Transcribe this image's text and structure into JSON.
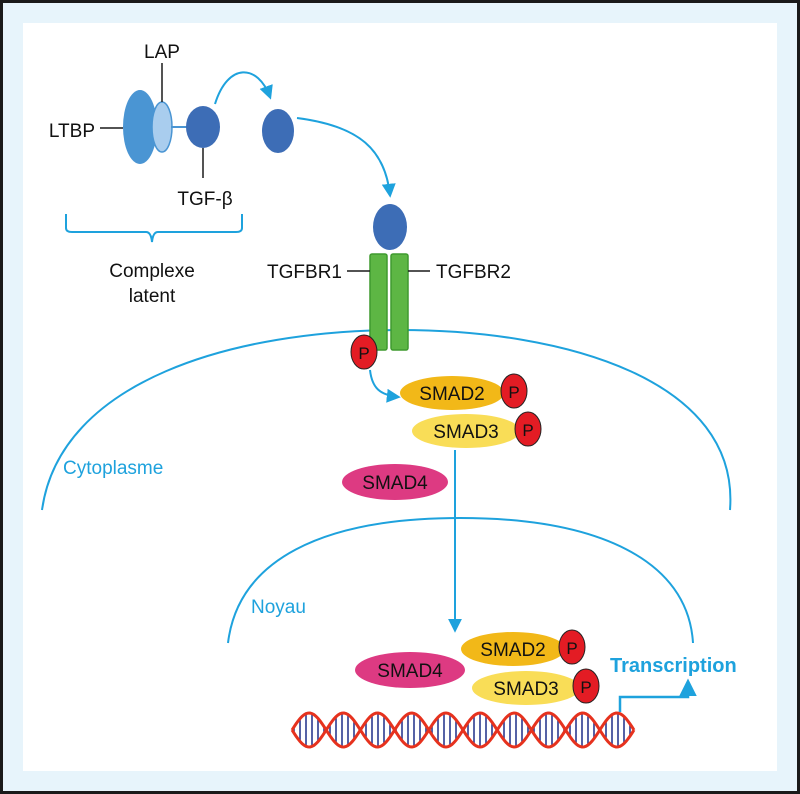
{
  "colors": {
    "frame_fill": "#e7f4fb",
    "frame_stroke": "#1a1a1a",
    "accent_blue": "#1ea2dd",
    "ltbp": "#4a95d3",
    "lap": "#a9cdee",
    "tgfb": "#3d6db6",
    "receptor": "#5db644",
    "receptor_stroke": "#3f9a2e",
    "phospho": "#e31c24",
    "smad2": "#f2b818",
    "smad3": "#f9dd57",
    "smad4": "#dd3a82",
    "dna_strand": "#e6321e",
    "dna_rung": "#2b3b8f"
  },
  "labels": {
    "ltbp": "LTBP",
    "lap": "LAP",
    "tgfb": "TGF-β",
    "complex_line1": "Complexe",
    "complex_line2": "latent",
    "tgfbr1": "TGFBR1",
    "tgfbr2": "TGFBR2",
    "cytoplasm": "Cytoplasme",
    "nucleus": "Noyau",
    "transcription": "Transcription",
    "phospho": "P",
    "smad2": "SMAD2",
    "smad3": "SMAD3",
    "smad4": "SMAD4"
  }
}
